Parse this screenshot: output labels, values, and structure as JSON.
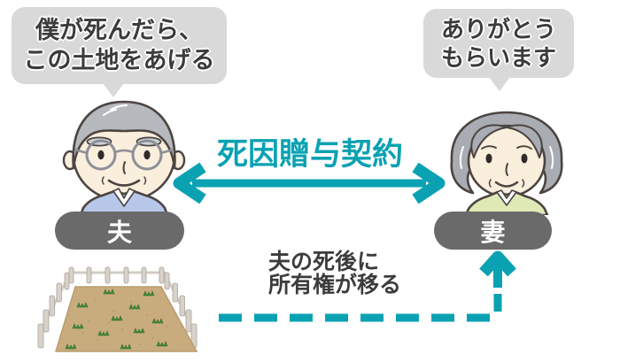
{
  "colors": {
    "accent": "#0aa2b2",
    "bubble": "#d9d9d9",
    "ink": "#3c3c3c",
    "pill": "#6a6a6a",
    "pill-text": "#ffffff"
  },
  "bubbles": {
    "husband": {
      "line1": "僕が死んだら、",
      "line2": "この土地をあげる"
    },
    "wife": {
      "line1": "ありがとう",
      "line2": "もらいます"
    }
  },
  "actors": {
    "husband": {
      "label": "夫"
    },
    "wife": {
      "label": "妻"
    }
  },
  "contract": {
    "label": "死因贈与契約"
  },
  "transfer_note": {
    "line1": "夫の死後に",
    "line2": "所有権が移る"
  },
  "icons": {
    "husband_illustration": "elderly-man-with-glasses",
    "wife_illustration": "elderly-woman",
    "land_illustration": "fenced-farm-field",
    "contract_arrow": "teal-double-headed-arrow",
    "transfer_arrow": "teal-dashed-up-arrow"
  }
}
